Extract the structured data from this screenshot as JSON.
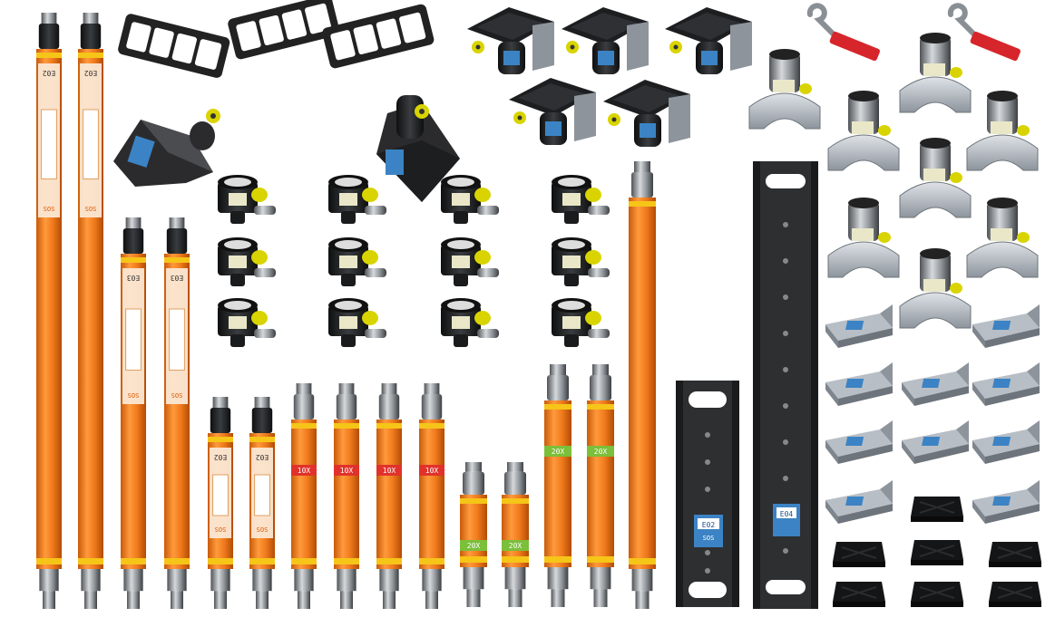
{
  "image": {
    "kind": "product-kit-render",
    "background": "#ffffff"
  },
  "colors": {
    "orange": "#f07a1c",
    "orange_dark": "#c95a0a",
    "yellow_band": "#f5c518",
    "steel": "#a9adb2",
    "steel_dark": "#5b5f63",
    "black_plastic": "#1f2224",
    "bracket_black": "#2b2b2d",
    "clamp_silver": "#b8bec6",
    "knob_yellow": "#d9d400",
    "label_blue": "#3b83c4",
    "red_label": "#e0322b",
    "green_label": "#7bbf3a",
    "wrench_red": "#d6262b",
    "wrench_steel": "#8a8f95"
  },
  "labels": {
    "long_tube_a": "E02",
    "long_tube_b": "E02",
    "mid_tube_a": "E03",
    "mid_tube_b": "E03",
    "short_tube_a": "E02",
    "short_tube_b": "E02",
    "red_band_text": "10X",
    "green_band_text": "20X",
    "bar_short": "E02",
    "bar_long": "E04",
    "brand": "SOS"
  },
  "icons": [
    "long-orange-prop-icon",
    "short-orange-prop-icon",
    "steel-connector-icon",
    "ladder-grid-icon",
    "tilt-head-icon",
    "angle-bracket-icon",
    "ring-clamp-icon",
    "swivel-clamp-icon",
    "perforated-rail-icon",
    "pipe-clamp-icon",
    "corner-tray-icon",
    "rubber-pad-icon",
    "spanner-wrench-icon"
  ]
}
